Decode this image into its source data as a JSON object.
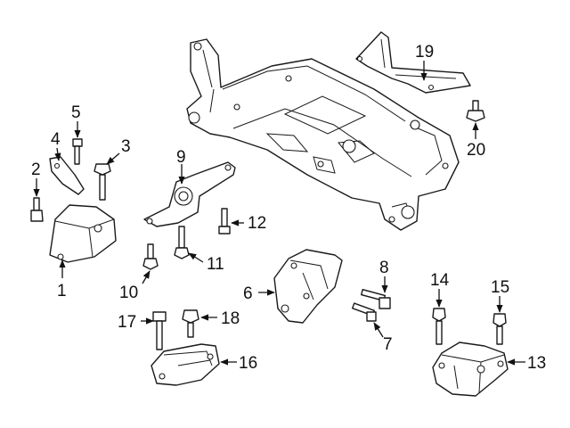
{
  "callouts": {
    "c1": "1",
    "c2": "2",
    "c3": "3",
    "c4": "4",
    "c5": "5",
    "c6": "6",
    "c7": "7",
    "c8": "8",
    "c9": "9",
    "c10": "10",
    "c11": "11",
    "c12": "12",
    "c13": "13",
    "c14": "14",
    "c15": "15",
    "c16": "16",
    "c17": "17",
    "c18": "18",
    "c19": "19",
    "c20": "20"
  },
  "colors": {
    "line": "#1a1a1a",
    "background": "#ffffff"
  }
}
